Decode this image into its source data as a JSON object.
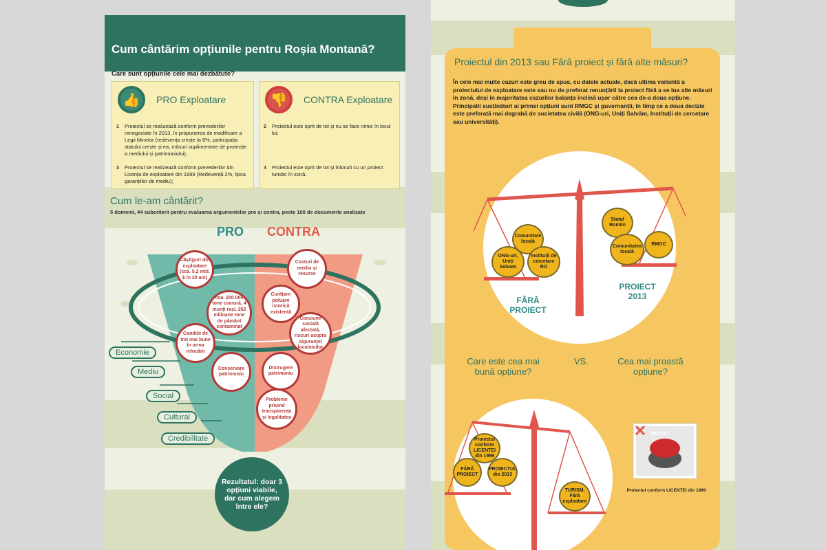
{
  "colors": {
    "green": "#2e7260",
    "red": "#d9534f",
    "yellow": "#f6c760",
    "cream": "#eef0e1"
  },
  "left": {
    "title": "Cum cântărim opțiunile pentru Roșia Montană?",
    "subtitle": "Care sunt opțiunile cele mai dezbătute?",
    "pro": {
      "heading": "PRO Exploatare",
      "icon": "thumbs-up-icon",
      "items": [
        {
          "num": "1",
          "text": "Proiectul se realizează conform prevederilor renegociate în 2013, în propunerea de modificare a Legii Minelor (redevența crește la 6%, participația statului crește și ea, măsuri suplimentare de protecție a mediului și patrimoniului);"
        },
        {
          "num": "3",
          "text": "Proiectul se realizează conform prevederilor din Licența de exploatare din 1999 (Redevență 2%, lipsa garanțiilor de mediu);"
        }
      ]
    },
    "contra": {
      "heading": "CONTRA Exploatare",
      "icon": "thumbs-down-icon",
      "items": [
        {
          "num": "2",
          "text": "Proiectul este oprit de tot și nu se face nimic în locul lui;"
        },
        {
          "num": "4",
          "text": "Proiectul este oprit de tot și înlocuit cu un proiect turistic în zonă."
        }
      ]
    },
    "weigh_title": "Cum le-am cântărit?",
    "weigh_sub": "5 domenii, 44 subcriterii pentru evaluarea argumentelor pro și contra, peste 100 de documente analizate",
    "pro_label": "PRO",
    "contra_label": "CONTRA",
    "pro_circles": [
      "Câștiguri din exploatare (cca. 5,2 mld. $ în 20 ani)",
      "cca. 200.000 tone cianură, 4 munți rași, 262 milioane tone de pământ contaminat",
      "Condiții de trai mai bune în urma relocării",
      "Conservare patrimoniu"
    ],
    "contra_circles": [
      "Costuri de mediu și resurse",
      "Curățare poluare istorică existentă",
      "Coeziune socială afectată, riscuri asupra siguranței localnicilor",
      "Distrugere patrimoniu",
      "Probleme privind transparența și legalitatea"
    ],
    "domains": [
      "Economie",
      "Mediu",
      "Social",
      "Cultural",
      "Credibilitate"
    ],
    "result": "Rezultatul: doar 3 opțiuni viabile, dar cum alegem între ele?"
  },
  "right": {
    "title": "Proiectul din 2013 sau Fără proiect și fără alte măsuri?",
    "paragraph": "În cele mai multe cazuri este greu de spus, cu datele actuale, dacă ultima variantă a proiectului de exploatare este sau nu de preferat renunțării la proiect fără a se lua alte măsuri în zonă, deși în majoritatea cazurilor balanța înclină ușor către cea de-a doua opțiune. Principalii susținători ai primei opțiuni sunt RMGC și guvernanții, în timp ce a doua decizie este preferată mai degrabă de societatea civilă (ONG-uri, Uniți Salvăm, Instituții de cercetare sau universități).",
    "scale1_left_coins": [
      "Comunitate locală",
      "ONG-uri, Uniți Salvam",
      "Instituții de cercetare RO"
    ],
    "scale1_right_coins": [
      "Statul Român",
      "Comunitatea locală",
      "RMGC"
    ],
    "scale1_left_label": "FĂRĂ PROIECT",
    "scale1_right_label": "PROIECT 2013",
    "best_q": "Care este cea mai bună opțiune?",
    "vs": "VS.",
    "worst_q": "Cea mai proastă opțiune?",
    "scale2_left_coins": [
      "Proiectul conform LICENȚEI din 1999",
      "FĂRĂ PROIECT",
      "PROIECTUL din 2013"
    ],
    "scale2_right_coins": [
      "TURISM, Fără exploatare"
    ],
    "reject_label": "REJECT",
    "reject_caption": "Proiectul conform LICENȚEI din 1999"
  }
}
